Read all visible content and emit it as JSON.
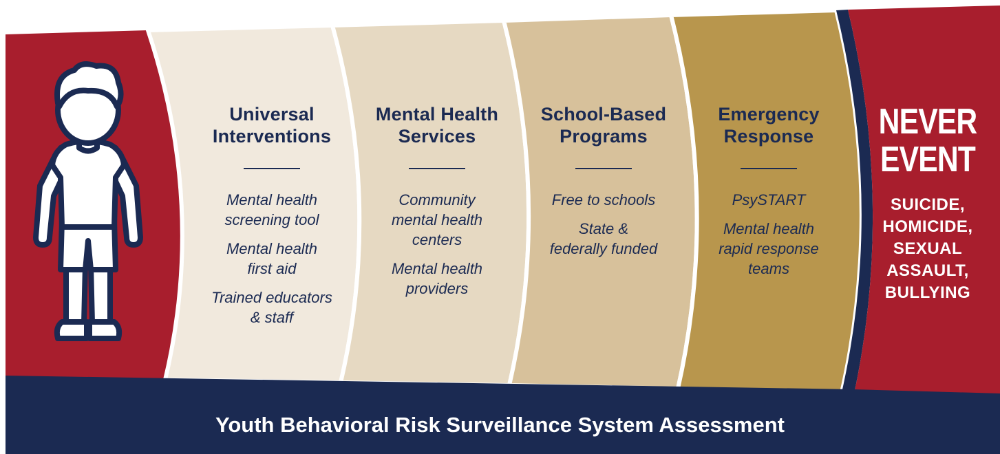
{
  "stages": [
    {
      "title": "Universal\nInterventions",
      "items": [
        "Mental health\nscreening tool",
        "Mental health\nfirst aid",
        "Trained educators\n& staff"
      ]
    },
    {
      "title": "Mental Health\nServices",
      "items": [
        "Community\nmental health\ncenters",
        "Mental health\nproviders"
      ]
    },
    {
      "title": "School-Based\nPrograms",
      "items": [
        "Free to schools",
        "State &\nfederally funded"
      ]
    },
    {
      "title": "Emergency\nResponse",
      "items": [
        "PsySTART",
        "Mental health\nrapid response\nteams"
      ]
    }
  ],
  "never_event": {
    "title": "NEVER\nEVENT",
    "events": "SUICIDE,\nHOMICIDE,\nSEXUAL\nASSAULT,\nBULLYING"
  },
  "footer": "Youth Behavioral Risk Surveillance System Assessment",
  "colors": {
    "red": "#a81e2d",
    "navy": "#1b2a52",
    "band1": "#f1e9dd",
    "band2": "#e6d9c2",
    "band3": "#d7c19b",
    "band4": "#b8964d"
  }
}
